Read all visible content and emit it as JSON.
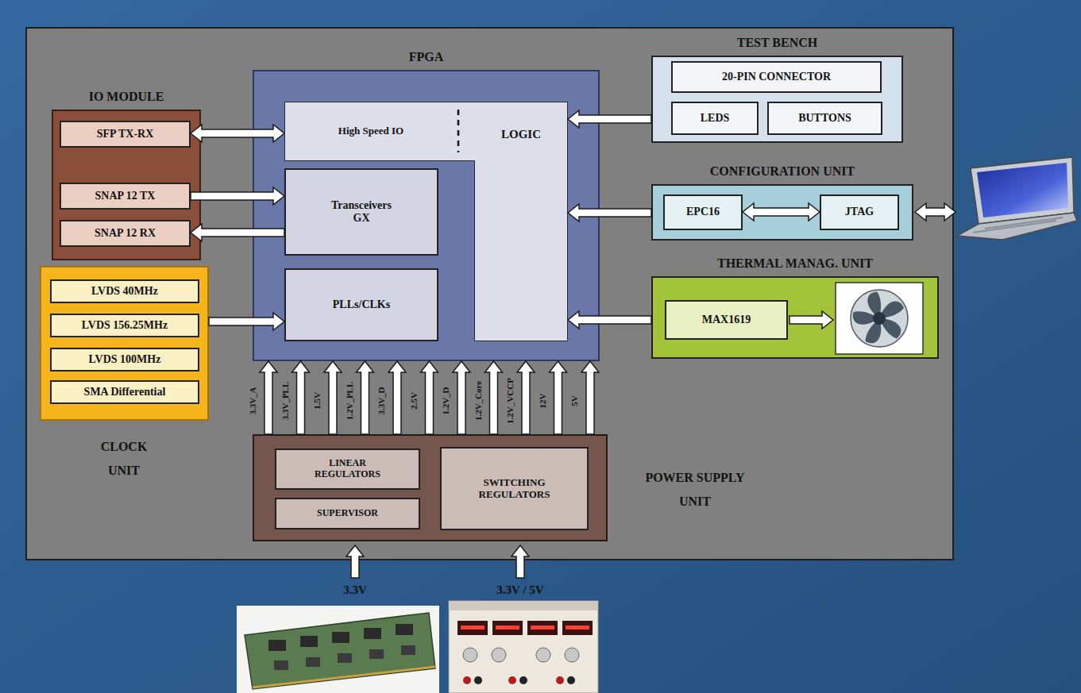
{
  "diagram": {
    "nodes": [
      {
        "text": [
          "FPGA"
        ]
      },
      {
        "text": [
          "High Speed IO"
        ],
        "in": 0
      },
      {
        "text": [
          "LOGIC"
        ],
        "in": 0
      },
      {
        "text": [
          "Transceivers GX"
        ],
        "in": 0
      },
      {
        "text": [
          "PLLs/CLKs"
        ],
        "in": 0
      },
      {
        "text": [
          "IO MODULE"
        ]
      },
      {
        "text": [
          "SFP TX-RX"
        ],
        "in": 5
      },
      {
        "text": [
          "SNAP 12 TX"
        ],
        "in": 5
      },
      {
        "text": [
          "SNAP 12 RX"
        ],
        "in": 5
      },
      {
        "text": [
          "CLOCK UNIT"
        ]
      },
      {
        "text": [
          "LVDS 40MHz"
        ],
        "in": 9
      },
      {
        "text": [
          "LVDS 156.25MHz"
        ],
        "in": 9
      },
      {
        "text": [
          "LVDS 100MHz"
        ],
        "in": 9
      },
      {
        "text": [
          "SMA Differential"
        ],
        "in": 9
      },
      {
        "text": [
          "TEST BENCH"
        ]
      },
      {
        "text": [
          "20-PIN CONNECTOR"
        ],
        "in": 14
      },
      {
        "text": [
          "LEDS"
        ],
        "in": 14
      },
      {
        "text": [
          "BUTTONS"
        ],
        "in": 14
      },
      {
        "text": [
          "CONFIGURATION UNIT"
        ]
      },
      {
        "text": [
          "EPC16"
        ],
        "in": 18
      },
      {
        "text": [
          "JTAG"
        ],
        "in": 18
      },
      {
        "text": [
          "THERMAL MANAG. UNIT"
        ]
      },
      {
        "text": [
          "MAX1619"
        ],
        "in": 21
      },
      {
        "text": [
          "POWER SUPPLY UNIT"
        ]
      },
      {
        "text": [
          "LINEAR REGULATORS"
        ],
        "in": 23
      },
      {
        "text": [
          "SUPERVISOR"
        ],
        "in": 23
      },
      {
        "text": [
          "SWITCHING REGULATORS"
        ],
        "in": 23
      }
    ],
    "edges": [
      {
        "from": 6,
        "to": 1,
        "arrow": "both"
      },
      {
        "from": 7,
        "to": 3,
        "arrow": "to"
      },
      {
        "from": 3,
        "to": 8,
        "arrow": "to"
      },
      {
        "from": 9,
        "to": 4,
        "arrow": "to"
      },
      {
        "from": 14,
        "to": 2,
        "arrow": "to"
      },
      {
        "from": 18,
        "to": 2,
        "arrow": "to"
      },
      {
        "from": 19,
        "to": 20,
        "arrow": "both"
      },
      {
        "from": 21,
        "to": 2,
        "arrow": "to"
      },
      {
        "from": 23,
        "to": 0,
        "arrow": "to",
        "label": "3.3V_A"
      },
      {
        "from": 23,
        "to": 0,
        "arrow": "to",
        "label": "3.3V_PLL"
      },
      {
        "from": 23,
        "to": 0,
        "arrow": "to",
        "label": "1.5V"
      },
      {
        "from": 23,
        "to": 0,
        "arrow": "to",
        "label": "1.2V_PLL"
      },
      {
        "from": 23,
        "to": 0,
        "arrow": "to",
        "label": "3.3V_D"
      },
      {
        "from": 23,
        "to": 0,
        "arrow": "to",
        "label": "2.5V"
      },
      {
        "from": 23,
        "to": 0,
        "arrow": "to",
        "label": "1.2V_D"
      },
      {
        "from": 23,
        "to": 0,
        "arrow": "to",
        "label": "1.2V_Core"
      },
      {
        "from": 23,
        "to": 0,
        "arrow": "to",
        "label": "1.2V_VCCP"
      },
      {
        "from": 23,
        "to": 0,
        "arrow": "to",
        "label": "12V"
      },
      {
        "from": 23,
        "to": 0,
        "arrow": "to",
        "label": "5V"
      }
    ],
    "labels": [
      "3.3V",
      "3.3V / 5V"
    ]
  }
}
